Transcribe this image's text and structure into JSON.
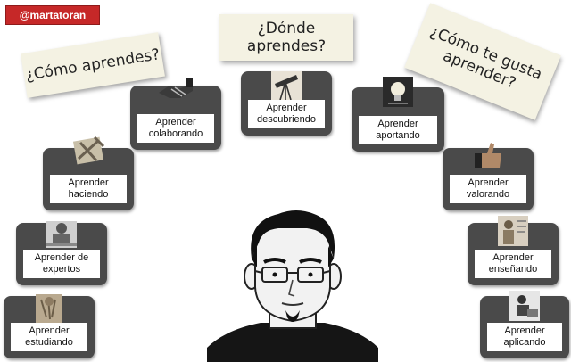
{
  "author_tag": "@martatoran",
  "notes": {
    "how": "¿Cómo aprendes?",
    "where": "¿Dónde aprendes?",
    "like_line1": "¿Cómo te gusta",
    "like_line2": "aprender?"
  },
  "boxes": [
    {
      "line1": "Aprender",
      "line2": "estudiando",
      "icon": "studying-icon"
    },
    {
      "line1": "Aprender de",
      "line2": "expertos",
      "icon": "expert-icon"
    },
    {
      "line1": "Aprender",
      "line2": "haciendo",
      "icon": "tools-icon"
    },
    {
      "line1": "Aprender",
      "line2": "colaborando",
      "icon": "handshake-icon"
    },
    {
      "line1": "Aprender",
      "line2": "descubriendo",
      "icon": "telescope-icon"
    },
    {
      "line1": "Aprender",
      "line2": "aportando",
      "icon": "lightbulb-icon"
    },
    {
      "line1": "Aprender",
      "line2": "valorando",
      "icon": "thumbs-up-icon"
    },
    {
      "line1": "Aprender",
      "line2": "enseñando",
      "icon": "teacher-icon"
    },
    {
      "line1": "Aprender",
      "line2": "aplicando",
      "icon": "worker-icon"
    }
  ],
  "colors": {
    "tag": "#c62828",
    "box": "#4a4a4a",
    "note": "#f4f2e3"
  }
}
